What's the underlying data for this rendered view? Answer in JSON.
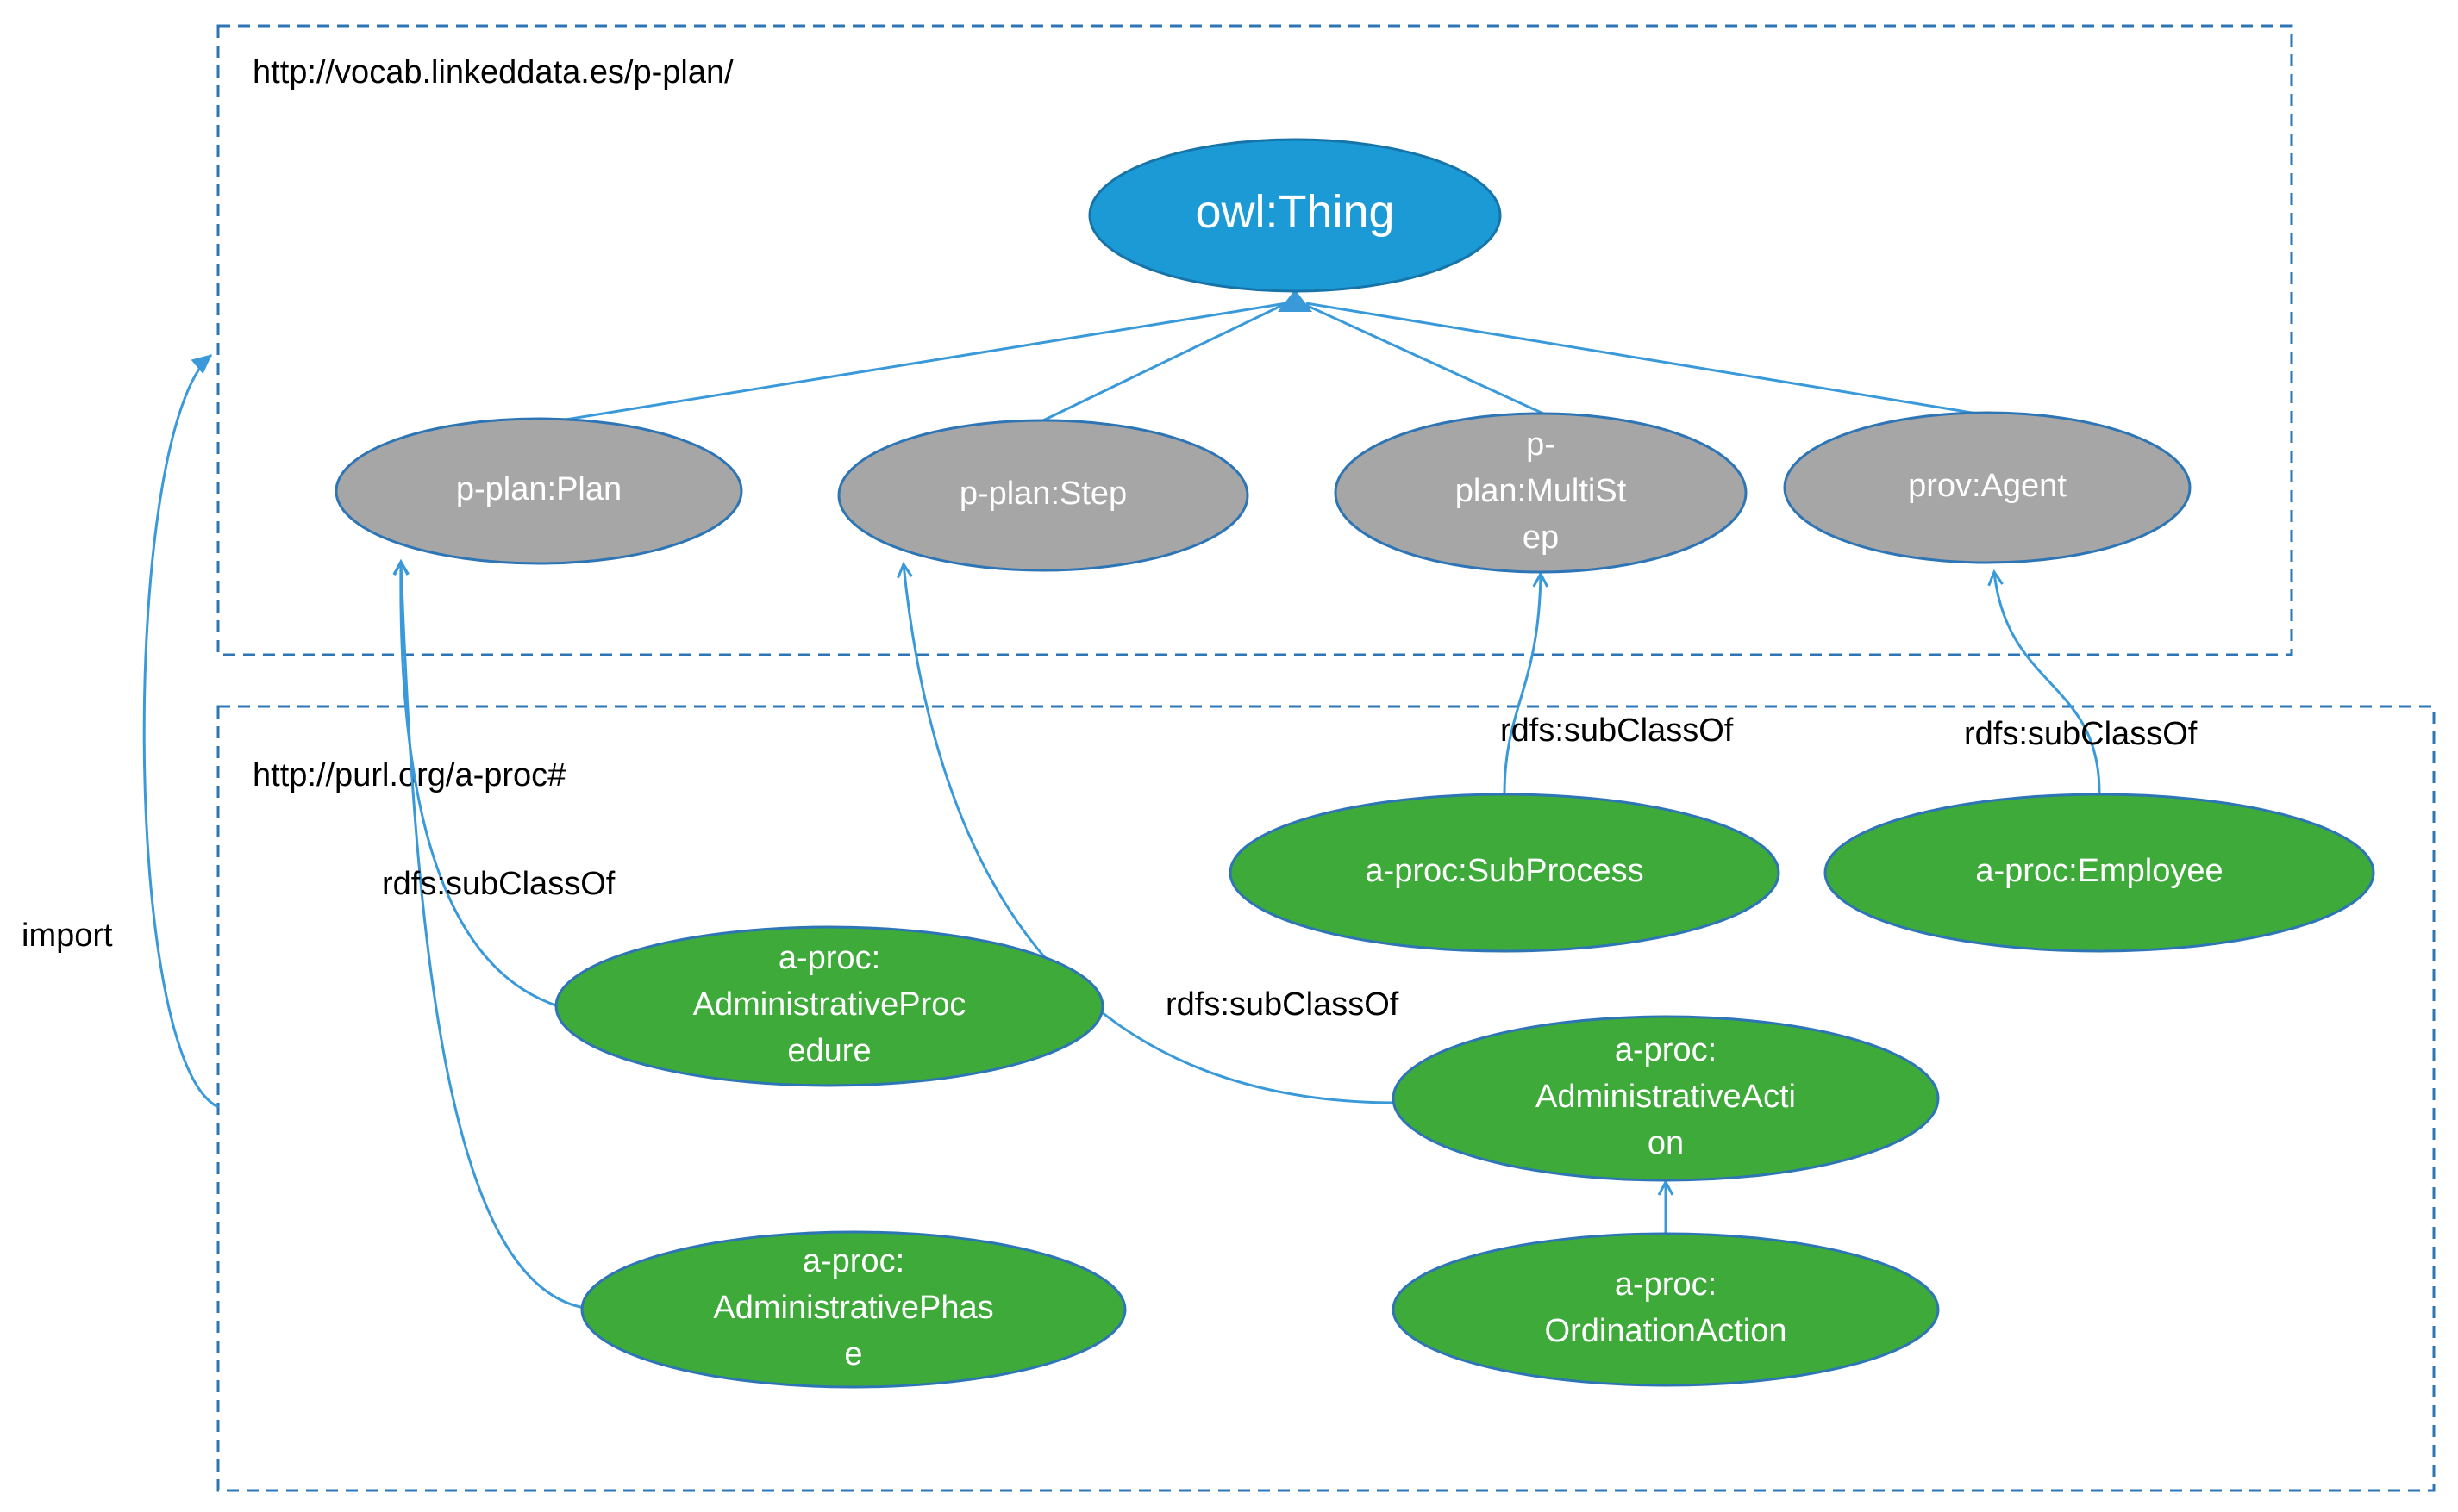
{
  "namespaces": {
    "pplan_uri": "http://vocab.linkeddata.es/p-plan/",
    "aproc_uri": "http://purl.org/a-proc#",
    "import_label": "import"
  },
  "colors": {
    "root_fill": "#1b9ad6",
    "pplan_fill": "#a6a6a6",
    "aproc_fill": "#3daa3a",
    "edge": "#3a9ad9",
    "box": "#2e75b6"
  },
  "nodes": {
    "owl_thing": {
      "lines": [
        "owl:Thing"
      ]
    },
    "plan": {
      "lines": [
        "p-plan:Plan"
      ]
    },
    "step": {
      "lines": [
        "p-plan:Step"
      ]
    },
    "multistep": {
      "lines": [
        "p-",
        "plan:MultiSt",
        "ep"
      ]
    },
    "agent": {
      "lines": [
        "prov:Agent"
      ]
    },
    "subprocess": {
      "lines": [
        "a-proc:SubProcess"
      ]
    },
    "employee": {
      "lines": [
        "a-proc:Employee"
      ]
    },
    "admin_procedure": {
      "lines": [
        "a-proc:",
        "AdministrativeProc",
        "edure"
      ]
    },
    "admin_action": {
      "lines": [
        "a-proc:",
        "AdministrativeActi",
        "on"
      ]
    },
    "admin_phase": {
      "lines": [
        "a-proc:",
        "AdministrativePhas",
        "e"
      ]
    },
    "ordination_action": {
      "lines": [
        "a-proc:",
        "OrdinationAction"
      ]
    }
  },
  "edge_labels": {
    "subclass_procedure": "rdfs:subClassOf",
    "subclass_action": "rdfs:subClassOf",
    "subclass_subprocess": "rdfs:subClassOf",
    "subclass_employee": "rdfs:subClassOf"
  }
}
